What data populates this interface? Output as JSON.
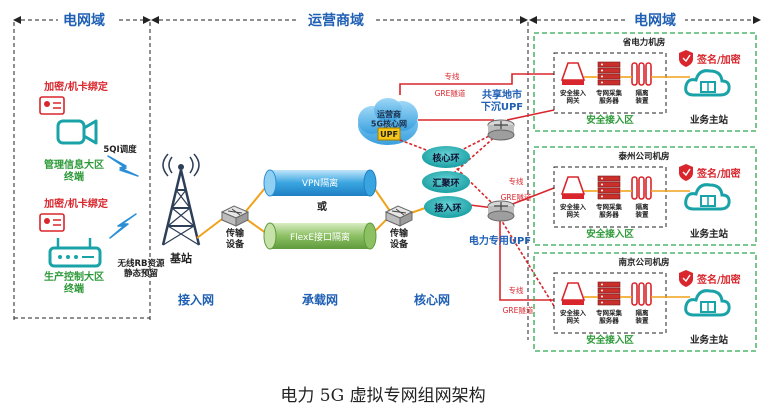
{
  "domains": {
    "left": "电网域",
    "middle": "运营商域",
    "right": "电网域"
  },
  "terminals": {
    "tag1": "加密/机卡绑定",
    "label1": "管理信息大区\n终端",
    "tag2": "加密/机卡绑定",
    "label2": "生产控制大区\n终端"
  },
  "radio": {
    "qi": "5QI调度",
    "rb": "无线RB资源\n静态预留"
  },
  "base_station": "基站",
  "transport_left": "传输\n设备",
  "transport_right": "传输\n设备",
  "bearer": {
    "vpn": "VPN隔离",
    "or": "或",
    "flexe": "FlexE接口隔离"
  },
  "core": {
    "cloud": "运营商\n5G核心网",
    "upf": "UPF",
    "ring1": "核心环",
    "ring2": "汇聚环",
    "ring3": "接入环",
    "shared_upf": "共享地市\n下沉UPF",
    "power_upf": "电力专用UPF"
  },
  "links": {
    "private_line": "专线",
    "gre": "GRE隧道"
  },
  "rooms": [
    {
      "title": "省电力机房",
      "gateway": "安全接入\n网关",
      "server": "专网采集\n服务器",
      "iso": "隔离\n装置",
      "zone": "安全接入区",
      "sign": "签名/加密",
      "station": "业务主站"
    },
    {
      "title": "泰州公司机房",
      "gateway": "安全接入\n网关",
      "server": "专网采集\n服务器",
      "iso": "隔离\n装置",
      "zone": "安全接入区",
      "sign": "签名/加密",
      "station": "业务主站"
    },
    {
      "title": "南京公司机房",
      "gateway": "安全接入\n网关",
      "server": "专网采集\n服务器",
      "iso": "隔离\n装置",
      "zone": "安全接入区",
      "sign": "签名/加密",
      "station": "业务主站"
    }
  ],
  "sections": {
    "access": "接入网",
    "bearer": "承载网",
    "core": "核心网"
  },
  "caption": "电力 5G 虚拟专网组网架构",
  "colors": {
    "blue_title": "#1f5fb4",
    "red": "#d9262c",
    "green_text": "#2e9a3a",
    "teal": "#19a3a8",
    "green_dash": "#2fa84f"
  }
}
